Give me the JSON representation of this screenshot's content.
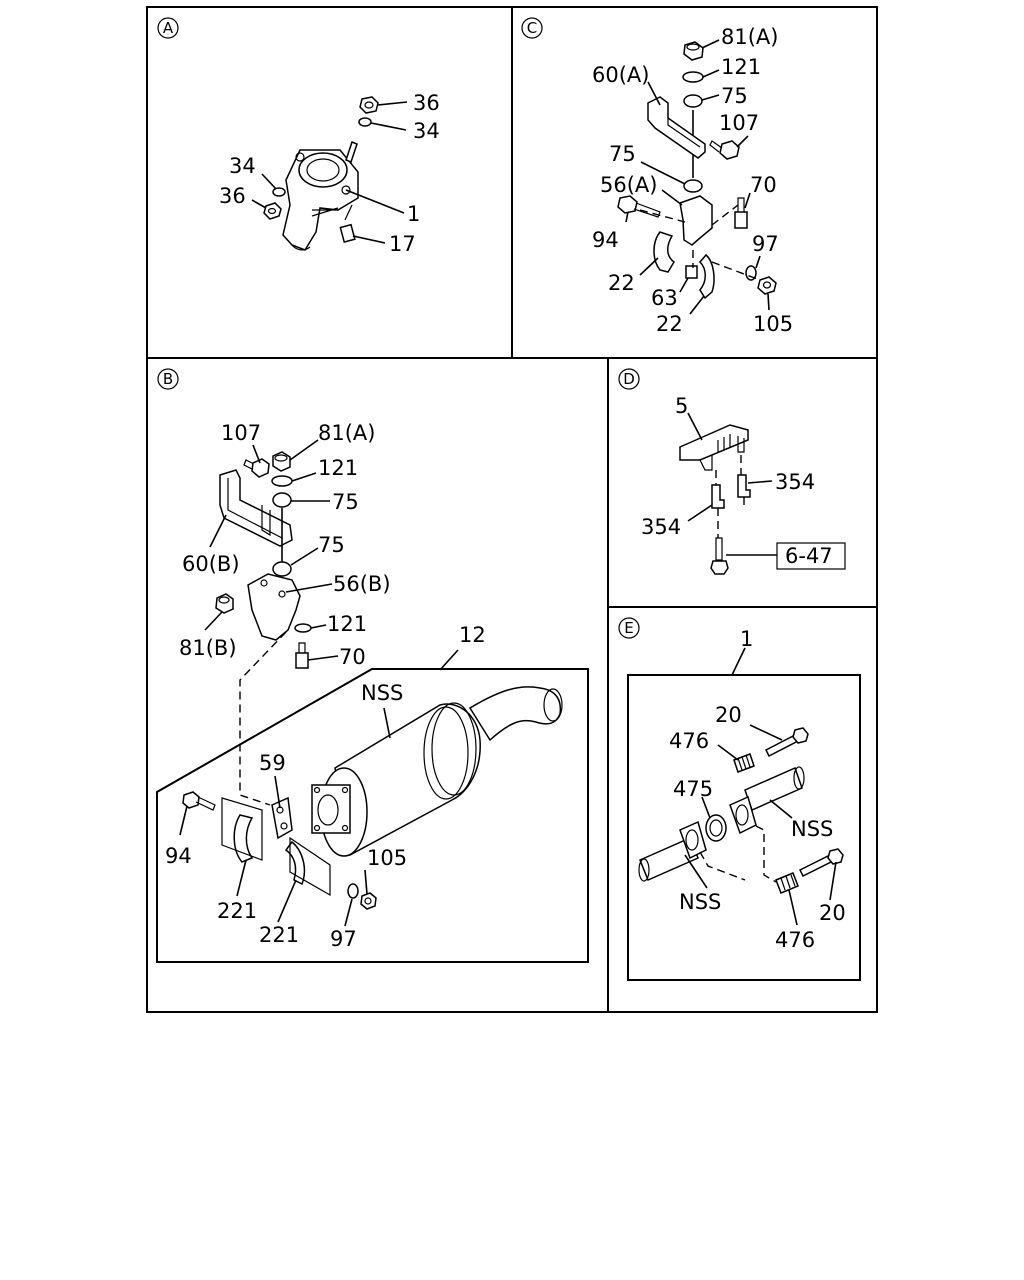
{
  "panels": {
    "A": {
      "badge": "A",
      "labels": {
        "p36a": "36",
        "p34a": "34",
        "p34b": "34",
        "p36b": "36",
        "p1": "1",
        "p17": "17"
      }
    },
    "C": {
      "badge": "C",
      "labels": {
        "p81a": "81(A)",
        "p121": "121",
        "p60a": "60(A)",
        "p75a": "75",
        "p107": "107",
        "p75b": "75",
        "p56a": "56(A)",
        "p70": "70",
        "p94": "94",
        "p97": "97",
        "p22a": "22",
        "p63": "63",
        "p22b": "22",
        "p105": "105"
      }
    },
    "B": {
      "badge": "B",
      "labels": {
        "p107": "107",
        "p81a": "81(A)",
        "p121a": "121",
        "p75a": "75",
        "p60b": "60(B)",
        "p75b": "75",
        "p56b": "56(B)",
        "p81b": "81(B)",
        "p121b": "121",
        "p70": "70",
        "p12": "12",
        "nss": "NSS",
        "p59": "59",
        "p94": "94",
        "p105": "105",
        "p221a": "221",
        "p221b": "221",
        "p97": "97"
      }
    },
    "D": {
      "badge": "D",
      "labels": {
        "p5": "5",
        "p354a": "354",
        "p354b": "354",
        "ref": "6-47"
      }
    },
    "E": {
      "badge": "E",
      "labels": {
        "p1": "1",
        "p20a": "20",
        "p476a": "476",
        "p475": "475",
        "nss1": "NSS",
        "nss2": "NSS",
        "p20b": "20",
        "p476b": "476"
      }
    }
  }
}
